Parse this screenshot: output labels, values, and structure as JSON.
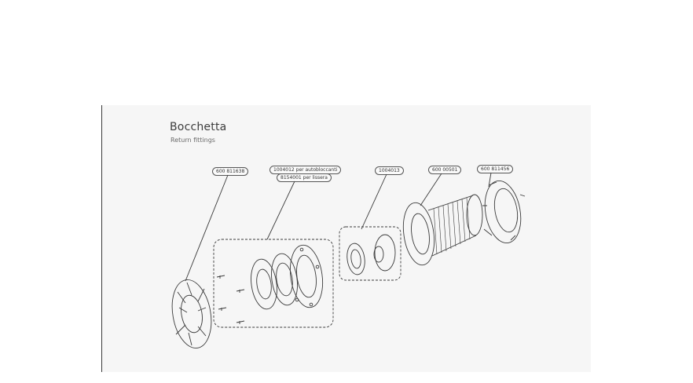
{
  "title": "Bocchetta",
  "subtitle": "Return fittings",
  "parts": {
    "flange_cover": "600 811638",
    "gasket_kit_line1": "1004012 per autobloccanti",
    "gasket_kit_line2": "8154001  per lissera",
    "nozzle": "1004013",
    "body": "600 00501",
    "lock_nut": "600 811456"
  }
}
